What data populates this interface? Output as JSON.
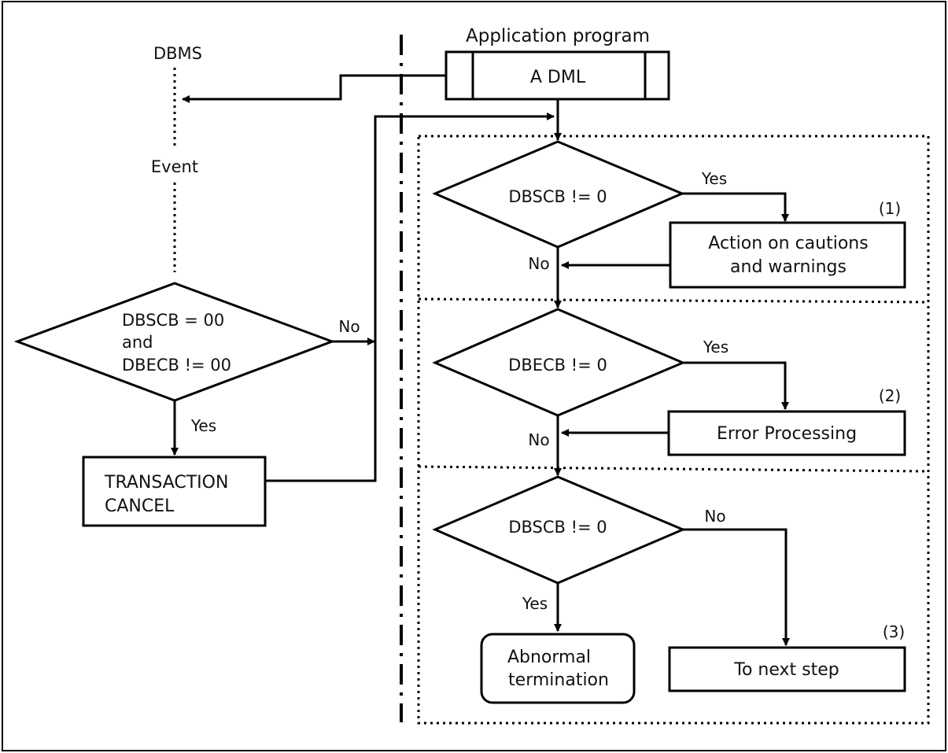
{
  "labels": {
    "dbms": "DBMS",
    "event": "Event",
    "application_program": "Application program",
    "a_dml": "A DML",
    "check1": "DBSCB != 0",
    "check2": "DBECB != 0",
    "check3": "DBSCB != 0",
    "cancel_cond_line1": "DBSCB = 00",
    "cancel_cond_line2": "and",
    "cancel_cond_line3": "DBECB != 00",
    "transaction_cancel_line1": "TRANSACTION",
    "transaction_cancel_line2": "CANCEL",
    "action_line1": "Action on cautions",
    "action_line2": "and warnings",
    "error_processing": "Error Processing",
    "abnormal_line1": "Abnormal",
    "abnormal_line2": "termination",
    "next_step": "To next step",
    "marker1": "(1)",
    "marker2": "(2)",
    "marker3": "(3)",
    "yes": "Yes",
    "no": "No"
  }
}
